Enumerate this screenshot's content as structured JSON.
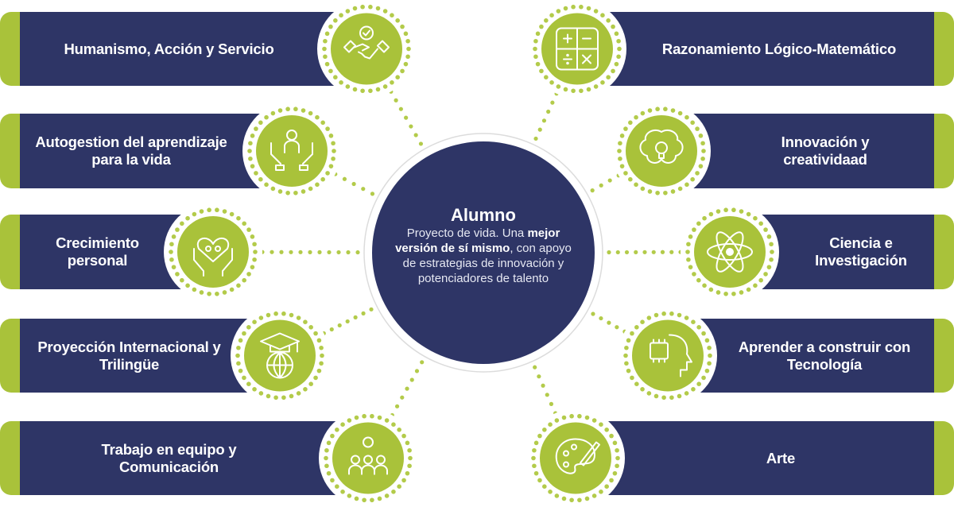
{
  "colors": {
    "navy": "#2e3566",
    "green": "#a9c23a",
    "dots": "#b3cb4a"
  },
  "center": {
    "title": "Alumno",
    "text_1": "Proyecto de vida. Una ",
    "bold_1": "mejor versión de sí mismo",
    "text_2": ", con apoyo de estrategias de innovación y potenciadores de talento"
  },
  "left_items": [
    {
      "label": "Humanismo, Acción y Servicio",
      "icon": "handshake-icon"
    },
    {
      "label": "Autogestion del aprendizaje para la vida",
      "icon": "hands-person-icon"
    },
    {
      "label": "Crecimiento personal",
      "icon": "heart-family-icon"
    },
    {
      "label": "Proyección Internacional y Trilingüe",
      "icon": "graduation-globe-icon"
    },
    {
      "label": "Trabajo en equipo y Comunicación",
      "icon": "team-gear-icon"
    }
  ],
  "right_items": [
    {
      "label": "Razonamiento Lógico-Matemático",
      "icon": "calculator-icon"
    },
    {
      "label": "Innovación y creatividaad",
      "icon": "brain-bulb-icon"
    },
    {
      "label": "Ciencia e Investigación",
      "icon": "atom-icon"
    },
    {
      "label": "Aprender a construir con Tecnología",
      "icon": "ai-head-icon"
    },
    {
      "label": "Arte",
      "icon": "palette-icon"
    }
  ]
}
